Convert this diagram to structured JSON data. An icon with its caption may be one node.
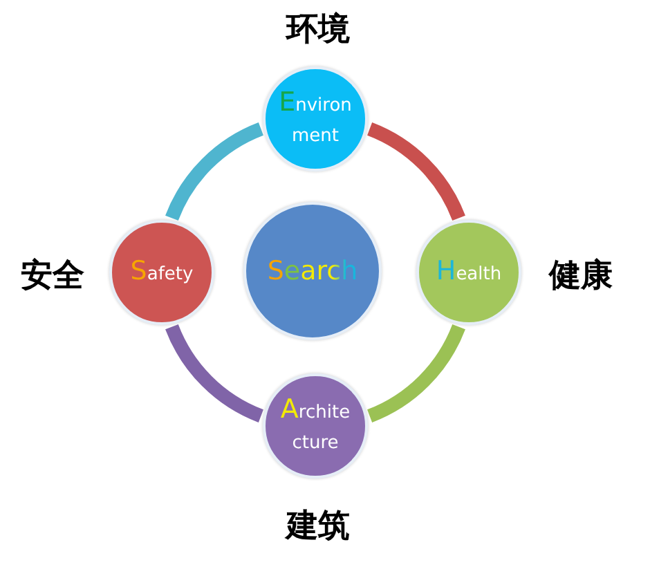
{
  "diagram": {
    "nodes": [
      {
        "text": [
          "Search"
        ]
      },
      {
        "text": [
          "Environment"
        ],
        "beside": [
          "环境"
        ]
      },
      {
        "text": [
          "Health"
        ],
        "beside": [
          "健康"
        ]
      },
      {
        "text": [
          "Architecture"
        ],
        "beside": [
          "建筑"
        ]
      },
      {
        "text": [
          "Safety"
        ],
        "beside": [
          "安全"
        ]
      }
    ],
    "edges": [
      {
        "from": 1,
        "to": 2,
        "arrow": "none",
        "color": "#c9504e"
      },
      {
        "from": 2,
        "to": 3,
        "arrow": "none",
        "color": "#9bc154"
      },
      {
        "from": 3,
        "to": 4,
        "arrow": "none",
        "color": "#8064a8"
      },
      {
        "from": 4,
        "to": 1,
        "arrow": "none",
        "color": "#4fb5cf"
      }
    ]
  }
}
